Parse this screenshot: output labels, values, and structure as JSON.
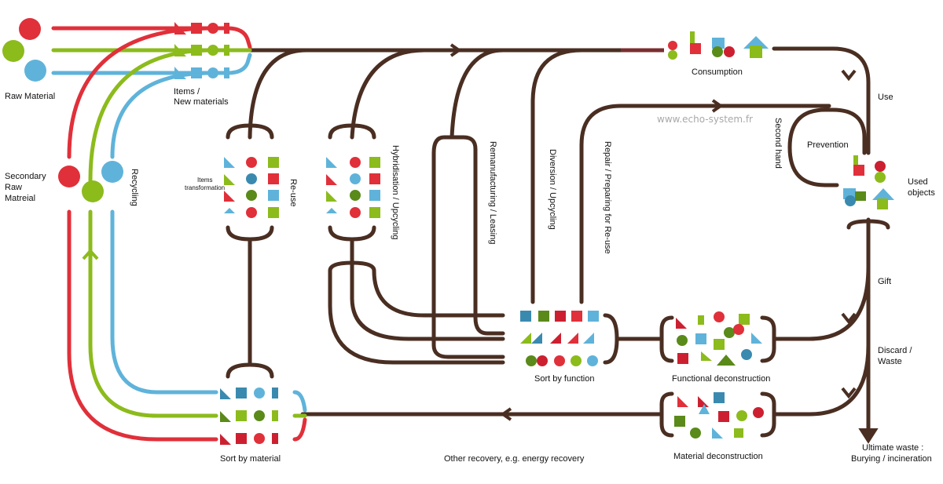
{
  "colors": {
    "flow": "#4a2e22",
    "red": "#e0303a",
    "green": "#8cbb1c",
    "blue": "#5fb3da",
    "dark_red": "#cc2030",
    "dark_green": "#5a8a1a",
    "dark_blue": "#3a8ab0"
  },
  "labels": {
    "raw_material": "Raw Material",
    "items_line1": "Items /",
    "items_line2": "New materials",
    "consumption": "Consumption",
    "use": "Use",
    "used_objects_line1": "Used",
    "used_objects_line2": "objects",
    "prevention": "Prevention",
    "second_hand": "Second hand",
    "gift": "Gift",
    "discard_line1": "Discard /",
    "discard_line2": "Waste",
    "ultimate_line1": "Ultimate waste :",
    "ultimate_line2": "Burying / incineration",
    "secondary_line1": "Secondary",
    "secondary_line2": "Raw",
    "secondary_line3": "Matreial",
    "recycling": "Recycling",
    "items_transformation_line1": "Items",
    "items_transformation_line2": "transformation",
    "reuse": "Re-use",
    "hybridisation": "Hybridisation / Upcycling",
    "remanufacturing": "Remanufacturing / Leasing",
    "diversion": "Diversion / Upcycling",
    "repair": "Repair / Preparing for Re-use",
    "sort_by_function": "Sort by function",
    "functional_deconstruction": "Functional deconstruction",
    "material_deconstruction": "Material deconstruction",
    "sort_by_material": "Sort by material",
    "other_recovery": "Other recovery, e.g. energy recovery",
    "watermark": "www.echo-system.fr"
  }
}
